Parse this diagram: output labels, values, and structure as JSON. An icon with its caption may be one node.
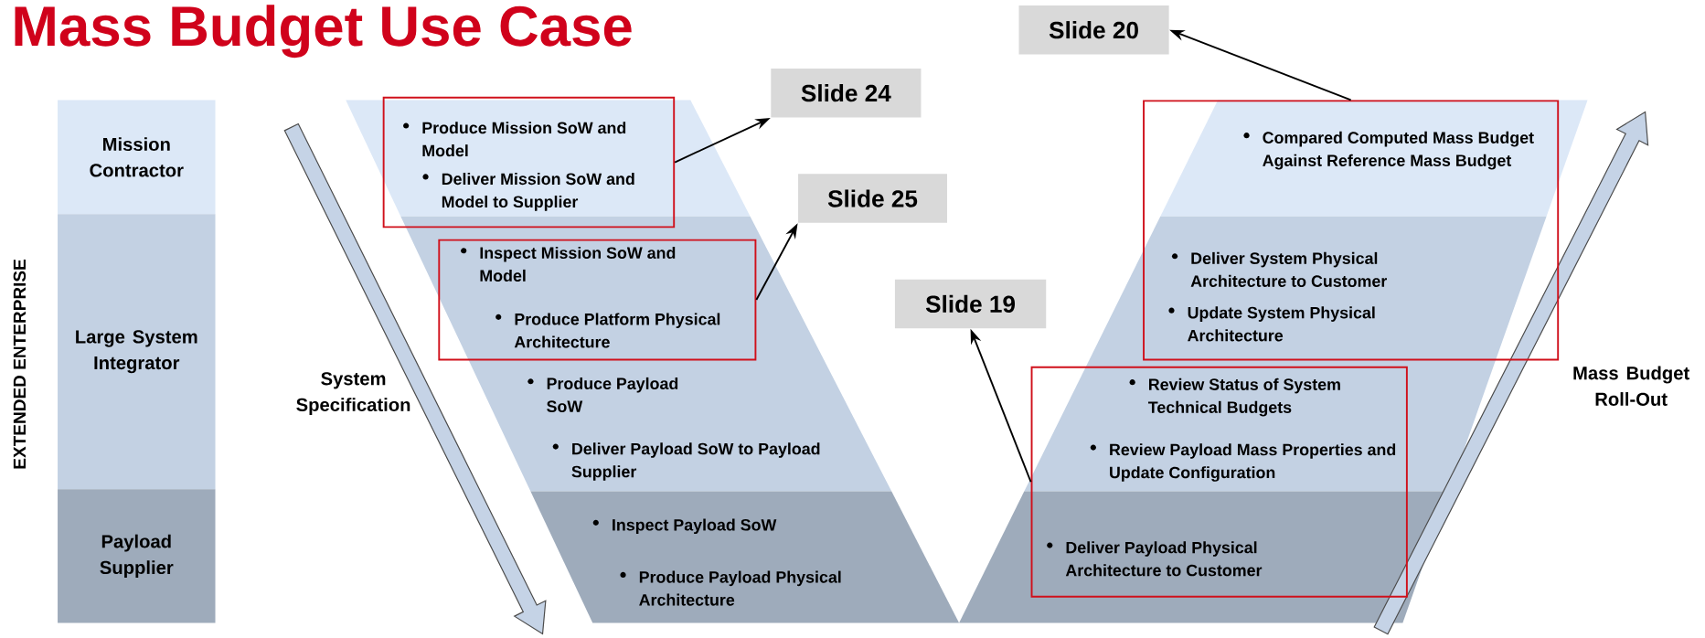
{
  "diagram": {
    "title": "Mass Budget Use Case",
    "nodes": [
      {
        "text": [
          "Mission Contractor"
        ]
      },
      {
        "text": [
          "Large System Integrator"
        ]
      },
      {
        "text": [
          "Payload Supplier"
        ]
      },
      {
        "text": [
          "Produce Mission SoW and Model",
          "Deliver Mission SoW and Model to Supplier"
        ]
      },
      {
        "text": [
          "Slide 24"
        ]
      },
      {
        "text": [
          "Inspect Mission SoW and Model",
          "Produce Platform Physical Architecture"
        ]
      },
      {
        "text": [
          "Slide 25"
        ]
      },
      {
        "text": [
          "Slide 20"
        ]
      },
      {
        "text": [
          "Compared Computed Mass Budget Against Reference Mass Budget",
          "Deliver System Physical Architecture to Customer",
          "Update System Physical Architecture"
        ]
      },
      {
        "text": [
          "Slide 19"
        ]
      },
      {
        "text": [
          "Review Status of System Technical Budgets",
          "Review Payload Mass Properties and Update Configuration",
          "Deliver Payload Physical Architecture to Customer"
        ]
      }
    ],
    "edges": [
      {
        "from": 3,
        "to": 4,
        "arrow": "to"
      },
      {
        "from": 5,
        "to": 6,
        "arrow": "to"
      },
      {
        "from": 8,
        "to": 7,
        "arrow": "to"
      },
      {
        "from": 10,
        "to": 9,
        "arrow": "to"
      }
    ],
    "labels": [
      "EXTENDED ENTERPRISE",
      "System Specification",
      "Produce Payload SoW",
      "Deliver Payload SoW to Payload Supplier",
      "Inspect Payload SoW",
      "Produce Payload Physical Architecture",
      "Mass Budget Roll-Out"
    ]
  }
}
